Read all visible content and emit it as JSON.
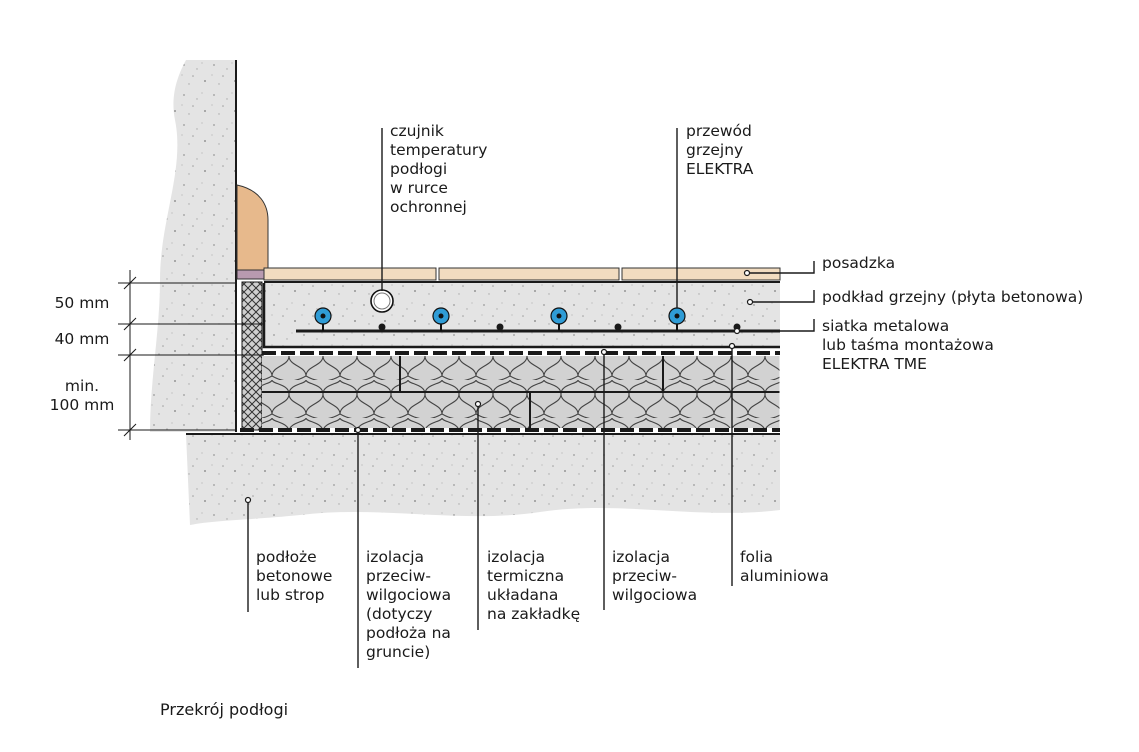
{
  "labels": {
    "sensor": "czujnik\ntemperatury\npodłogi\nw rurce\nochronnej",
    "heating_cable": "przewód\ngrzejny\nELEKTRA",
    "flooring": "posadzka",
    "heated_screed": "podkład grzejny (płyta betonowa)",
    "mesh": "siatka metalowa\nlub taśma montażowa\nELEKTRA TME",
    "concrete_base": "podłoże\nbetonowe\nlub strop",
    "damp_insulation_ground": "izolacja\nprzeciw-\nwilgociowa\n(dotyczy\npodłoża na\ngruncie)",
    "thermal_insulation": "izolacja\ntermiczna\nukładana\nna zakładkę",
    "damp_insulation": "izolacja\nprzeciw-\nwilgociowa",
    "aluminium_foil": "folia\naluminiowa"
  },
  "dimensions": {
    "screed": "50 mm",
    "mesh_layer": "40 mm",
    "insulation": "min.\n100 mm"
  },
  "caption": "Przekrój podłogi",
  "colors": {
    "concrete": "#e4e4e4",
    "wood": "#e7b98c",
    "plank": "#f2dcc0",
    "cable": "#2f9cd6",
    "insulation": "#cfcfcf",
    "line": "#1a1a1a"
  }
}
